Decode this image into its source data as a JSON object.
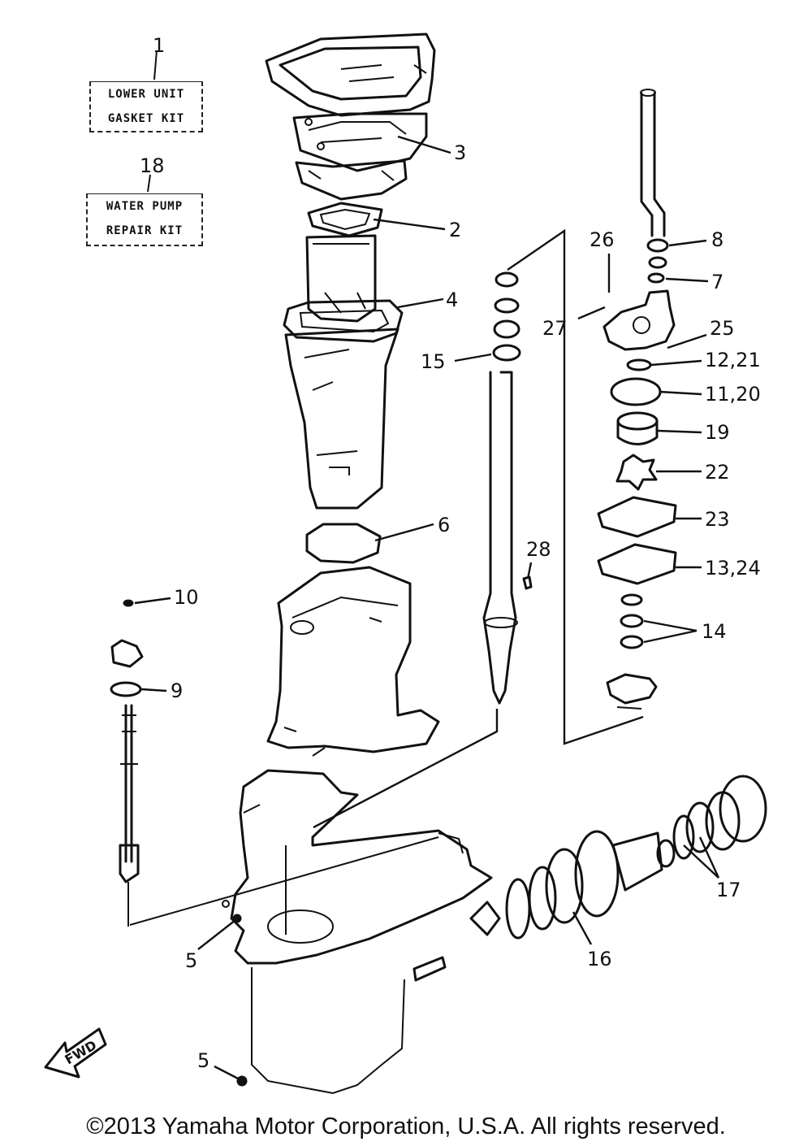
{
  "kits": [
    {
      "ref": "1",
      "lines": [
        "LOWER UNIT",
        "GASKET KIT"
      ]
    },
    {
      "ref": "18",
      "lines": [
        "WATER PUMP",
        "REPAIR KIT"
      ]
    }
  ],
  "callouts": {
    "c3": "3",
    "c2": "2",
    "c4": "4",
    "c6": "6",
    "c26": "26",
    "c8": "8",
    "c7": "7",
    "c27": "27",
    "c25": "25",
    "c15": "15",
    "c12_21": "12,21",
    "c11_20": "11,20",
    "c19": "19",
    "c22": "22",
    "c23": "23",
    "c28": "28",
    "c13_24": "13,24",
    "c10": "10",
    "c14": "14",
    "c9": "9",
    "c17": "17",
    "c5a": "5",
    "c16": "16",
    "c5b": "5"
  },
  "direction_label": "FWD",
  "copyright": "©2013 Yamaha Motor Corporation, U.S.A. All rights reserved."
}
